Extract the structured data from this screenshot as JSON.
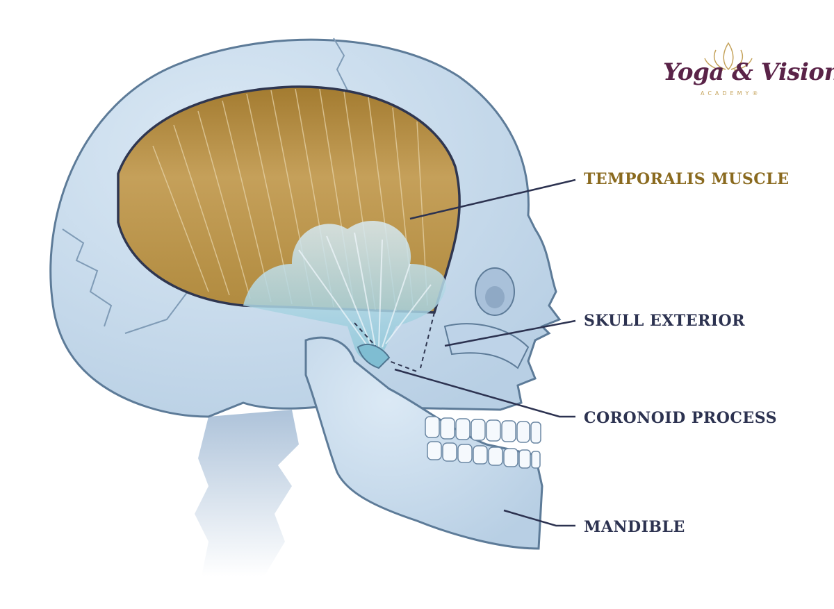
{
  "labels": {
    "temporalis": "TEMPORALIS MUSCLE",
    "skull_exterior": "SKULL EXTERIOR",
    "coronoid": "CORONOID PROCESS",
    "mandible": "MANDIBLE"
  },
  "logo": {
    "main": "Yoga & Vision",
    "sub": "ACADEMY®"
  },
  "colors": {
    "temporalis_label": "#8a6a1f",
    "dark_label": "#2c3250",
    "logo_text": "#5a2348",
    "logo_gold": "#c4a25a",
    "skull_fill": "#c8dcee",
    "skull_shade": "#a6c2dc",
    "skull_outline": "#5d7b98",
    "muscle_fill": "#b08a3e",
    "muscle_light": "#c9a35a",
    "tendon": "#9ecfe0",
    "leader_line": "#2c3250"
  }
}
